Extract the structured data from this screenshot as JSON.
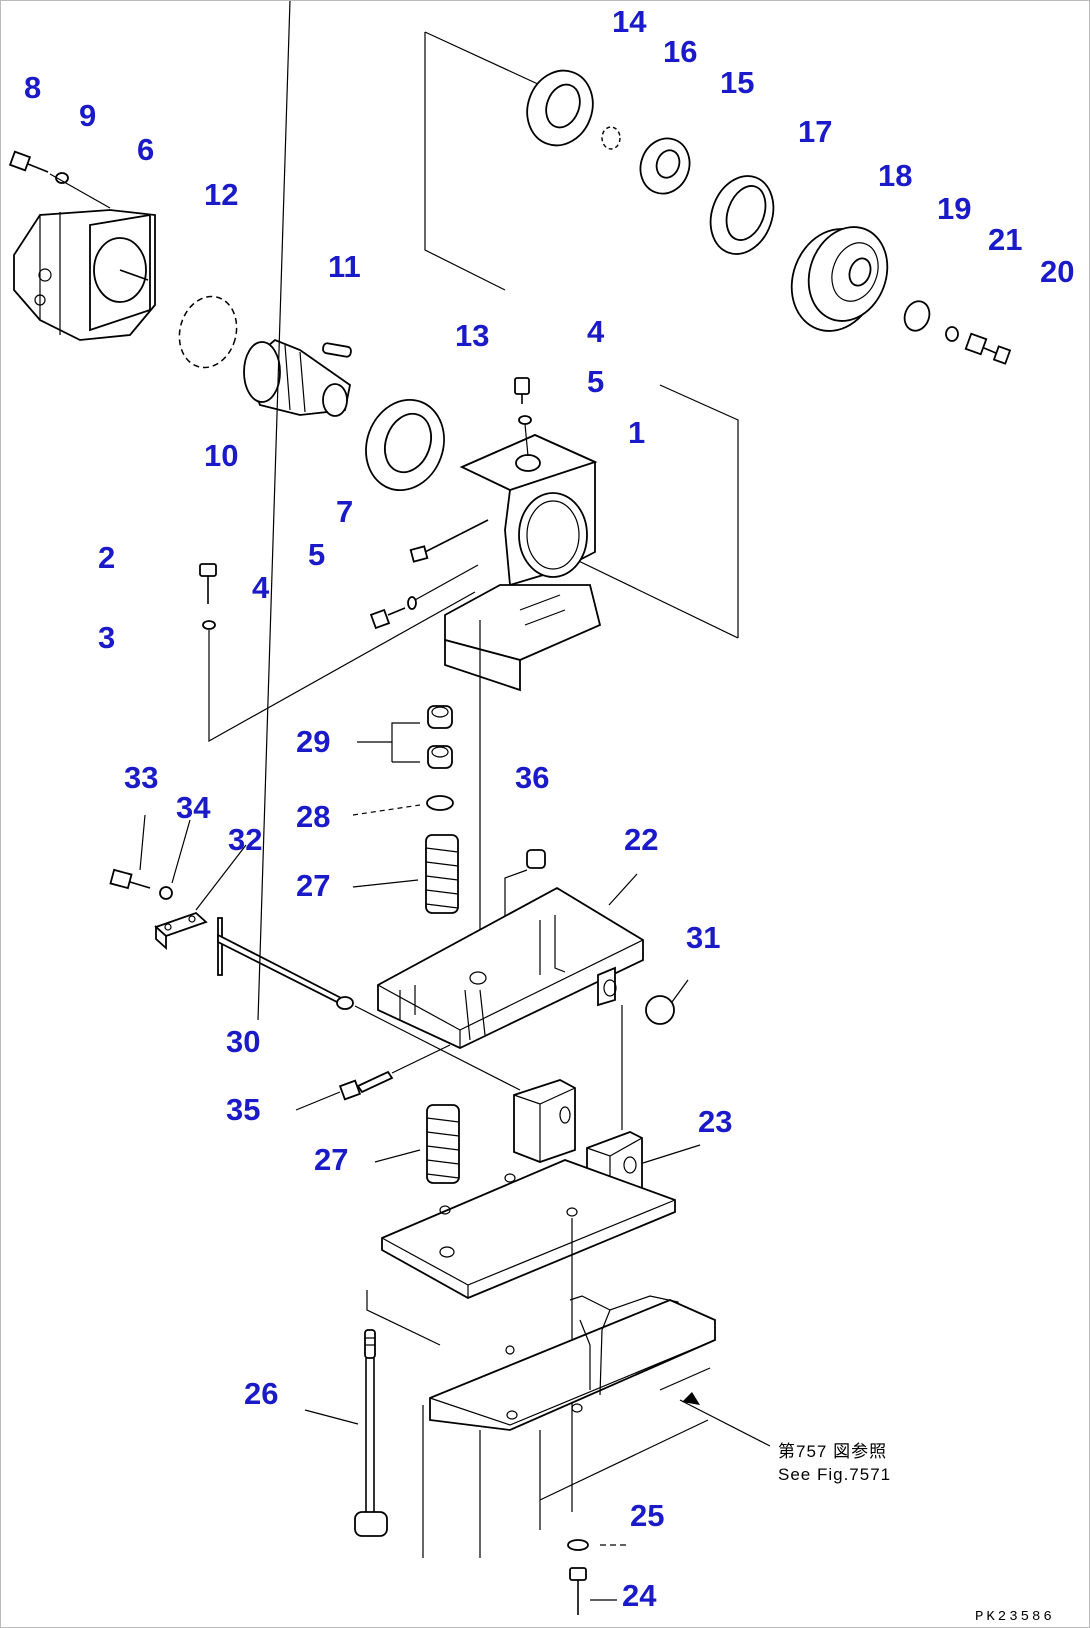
{
  "colors": {
    "label": "#1a1ac8",
    "line": "#000000",
    "background": "#ffffff"
  },
  "labels": {
    "p1": "1",
    "p2": "2",
    "p3": "3",
    "p4a": "4",
    "p4b": "4",
    "p5a": "5",
    "p5b": "5",
    "p6": "6",
    "p7": "7",
    "p8": "8",
    "p9": "9",
    "p10": "10",
    "p11": "11",
    "p12": "12",
    "p13": "13",
    "p14": "14",
    "p15": "15",
    "p16": "16",
    "p17": "17",
    "p18": "18",
    "p19": "19",
    "p20": "20",
    "p21": "21",
    "p22": "22",
    "p23": "23",
    "p24": "24",
    "p25": "25",
    "p26": "26",
    "p27a": "27",
    "p27b": "27",
    "p28": "28",
    "p29": "29",
    "p30": "30",
    "p31": "31",
    "p32": "32",
    "p33": "33",
    "p34": "34",
    "p35": "35",
    "p36": "36"
  },
  "reference": {
    "jp": "第757 図参照",
    "en": "See Fig.7571"
  },
  "drawing_code": "PK23586"
}
